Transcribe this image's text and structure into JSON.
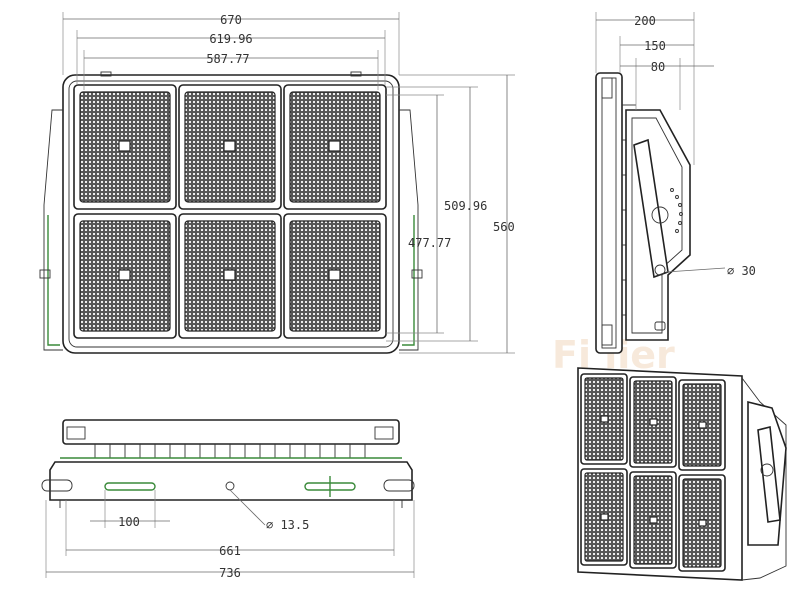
{
  "front_view": {
    "dim_width_outer": "670",
    "dim_width_mid": "619.96",
    "dim_width_inner": "587.77",
    "dim_height_outer": "560",
    "dim_height_mid": "509.96",
    "dim_height_inner": "477.77"
  },
  "side_view": {
    "dim_depth_outer": "200",
    "dim_depth_mid": "150",
    "dim_depth_inner": "80",
    "dim_pivot": "∅ 30"
  },
  "bottom_view": {
    "dim_slot": "100",
    "dim_hole": "∅ 13.5",
    "dim_bracket_span": "661",
    "dim_overall_width": "736"
  },
  "watermark_text": "Fi       lier",
  "colors": {
    "outline": "#222222",
    "dimension": "#6a6a6a",
    "accent_green": "#3a8a3a",
    "watermark": "#f3dcc4"
  }
}
